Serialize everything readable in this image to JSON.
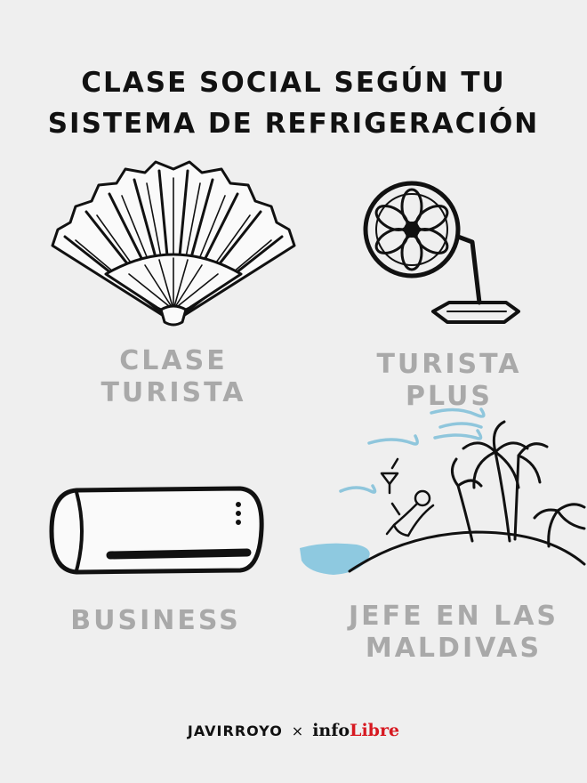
{
  "title": {
    "line1": "CLASE SOCIAL SEGÚN TU",
    "line2": "SISTEMA DE REFRIGERACIÓN"
  },
  "panels": [
    {
      "icon": "hand-fan-icon",
      "label_lines": [
        "CLASE",
        "TURISTA"
      ]
    },
    {
      "icon": "desk-fan-icon",
      "label_lines": [
        "TURISTA PLUS"
      ]
    },
    {
      "icon": "air-conditioner-icon",
      "label_lines": [
        "BUSINESS"
      ]
    },
    {
      "icon": "island-beach-icon",
      "label_lines": [
        "JEFE EN LAS",
        "MALDIVAS"
      ]
    }
  ],
  "footer": {
    "author": "JAVIRROYO",
    "separator": "×",
    "brand_part1": "info",
    "brand_part2": "Libre"
  },
  "colors": {
    "background": "#efefef",
    "ink": "#111111",
    "caption": "#a9a9a9",
    "water": "#8ec9e0",
    "wind": "#8fc6dc",
    "brand_red": "#d71921"
  }
}
